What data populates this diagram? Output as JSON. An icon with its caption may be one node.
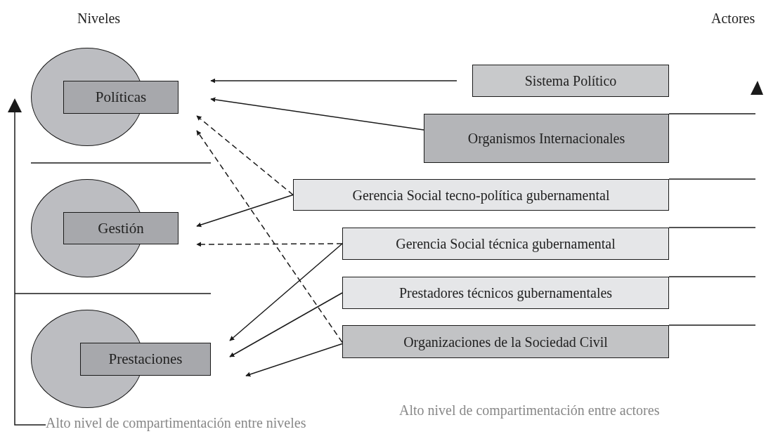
{
  "diagram": {
    "nodes": [
      {
        "text": [
          "Políticas"
        ]
      },
      {
        "text": [
          "Gestión"
        ]
      },
      {
        "text": [
          "Prestaciones"
        ]
      },
      {
        "text": [
          "Sistema Político"
        ]
      },
      {
        "text": [
          "Organismos Internacionales"
        ]
      },
      {
        "text": [
          "Gerencia Social tecno-política gubernamental"
        ]
      },
      {
        "text": [
          "Gerencia Social técnica gubernamental"
        ]
      },
      {
        "text": [
          "Prestadores técnicos gubernamentales"
        ]
      },
      {
        "text": [
          "Organizaciones de la Sociedad Civil"
        ]
      }
    ],
    "edges": [
      {
        "from": 3,
        "to": 0,
        "arrow": "to"
      },
      {
        "from": 4,
        "to": 0,
        "arrow": "to"
      },
      {
        "from": 5,
        "to": 0,
        "arrow": "to",
        "style": "dashed"
      },
      {
        "from": 5,
        "to": 1,
        "arrow": "to"
      },
      {
        "from": 6,
        "to": 1,
        "arrow": "to",
        "style": "dashed"
      },
      {
        "from": 6,
        "to": 2,
        "arrow": "to"
      },
      {
        "from": 7,
        "to": 2,
        "arrow": "to"
      },
      {
        "from": 8,
        "to": 0,
        "arrow": "to",
        "style": "dashed"
      },
      {
        "from": 8,
        "to": 2,
        "arrow": "to"
      }
    ],
    "labels": [
      "Niveles",
      "Actores",
      "Alto nivel de compartimentación entre actores",
      "Alto nivel de compartimentación entre niveles"
    ]
  }
}
